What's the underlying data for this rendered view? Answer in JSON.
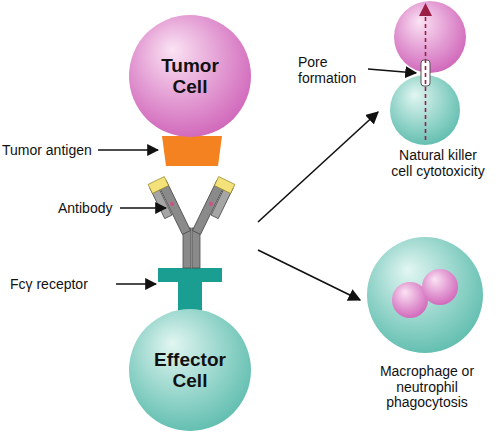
{
  "diagram": {
    "nodes": [
      {
        "text": [
          "Tumor Cell"
        ]
      },
      {
        "text": [
          "Effector Cell"
        ]
      },
      {
        "text": [
          "Natural killer cell cytotoxicity"
        ]
      },
      {
        "text": [
          "Macrophage or neutrophil phagocytosis"
        ]
      }
    ],
    "labels": [
      "Tumor antigen",
      "Antibody",
      "Fcγ receptor",
      "Pore formation"
    ]
  }
}
